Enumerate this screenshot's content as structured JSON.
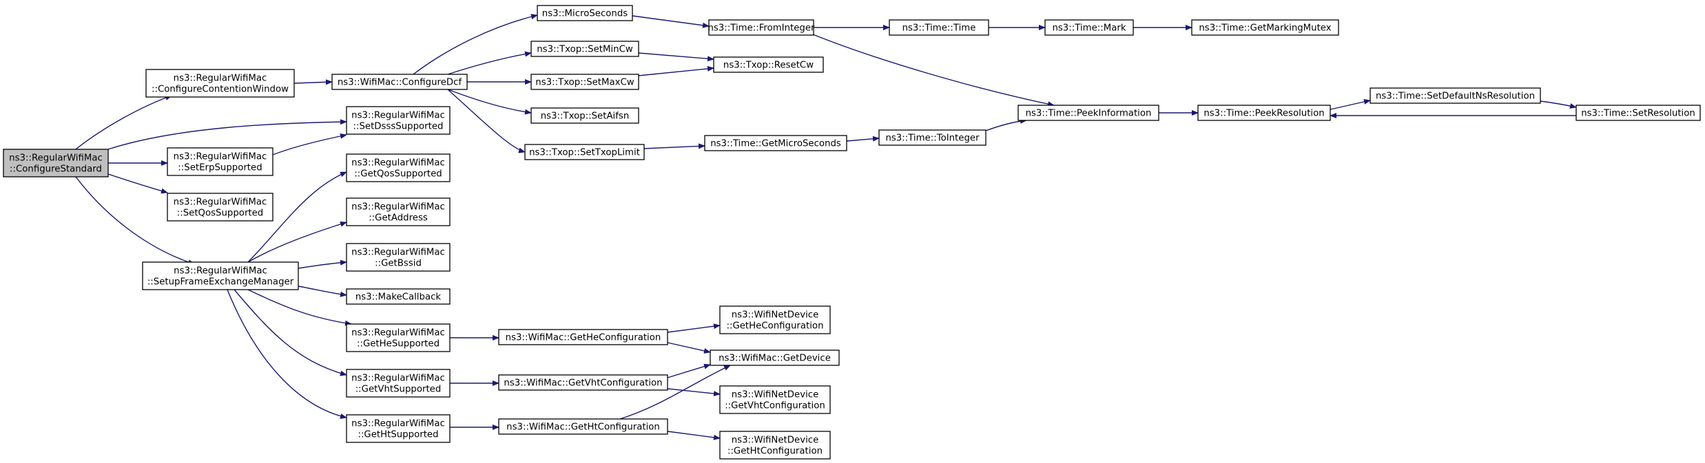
{
  "colors": {
    "edge": "#191970",
    "node_border": "#000000",
    "node_fill": "#ffffff",
    "root_fill": "#bfbfbf",
    "background": "#ffffff"
  },
  "nodes": {
    "configure_standard": [
      "ns3::RegularWifiMac",
      "::ConfigureStandard"
    ],
    "configure_contention_window": [
      "ns3::RegularWifiMac",
      "::ConfigureContentionWindow"
    ],
    "set_dsss_supported": [
      "ns3::RegularWifiMac",
      "::SetDsssSupported"
    ],
    "set_erp_supported": [
      "ns3::RegularWifiMac",
      "::SetErpSupported"
    ],
    "set_qos_supported": [
      "ns3::RegularWifiMac",
      "::SetQosSupported"
    ],
    "setup_frame_exchange_manager": [
      "ns3::RegularWifiMac",
      "::SetupFrameExchangeManager"
    ],
    "configure_dcf": [
      "ns3::WifiMac::ConfigureDcf"
    ],
    "get_qos_supported": [
      "ns3::RegularWifiMac",
      "::GetQosSupported"
    ],
    "get_address": [
      "ns3::RegularWifiMac",
      "::GetAddress"
    ],
    "get_bssid": [
      "ns3::RegularWifiMac",
      "::GetBssid"
    ],
    "make_callback": [
      "ns3::MakeCallback"
    ],
    "get_he_supported": [
      "ns3::RegularWifiMac",
      "::GetHeSupported"
    ],
    "get_vht_supported": [
      "ns3::RegularWifiMac",
      "::GetVhtSupported"
    ],
    "get_ht_supported": [
      "ns3::RegularWifiMac",
      "::GetHtSupported"
    ],
    "micro_seconds": [
      "ns3::MicroSeconds"
    ],
    "set_min_cw": [
      "ns3::Txop::SetMinCw"
    ],
    "set_max_cw": [
      "ns3::Txop::SetMaxCw"
    ],
    "set_aifsn": [
      "ns3::Txop::SetAifsn"
    ],
    "set_txop_limit": [
      "ns3::Txop::SetTxopLimit"
    ],
    "from_integer": [
      "ns3::Time::FromInteger"
    ],
    "reset_cw": [
      "ns3::Txop::ResetCw"
    ],
    "get_micro_seconds": [
      "ns3::Time::GetMicroSeconds"
    ],
    "time_time": [
      "ns3::Time::Time"
    ],
    "to_integer": [
      "ns3::Time::ToInteger"
    ],
    "time_mark": [
      "ns3::Time::Mark"
    ],
    "get_marking_mutex": [
      "ns3::Time::GetMarkingMutex"
    ],
    "peek_information": [
      "ns3::Time::PeekInformation"
    ],
    "peek_resolution": [
      "ns3::Time::PeekResolution"
    ],
    "set_default_ns_resolution": [
      "ns3::Time::SetDefaultNsResolution"
    ],
    "set_resolution": [
      "ns3::Time::SetResolution"
    ],
    "get_he_configuration": [
      "ns3::WifiMac::GetHeConfiguration"
    ],
    "get_vht_configuration": [
      "ns3::WifiMac::GetVhtConfiguration"
    ],
    "get_ht_configuration": [
      "ns3::WifiMac::GetHtConfiguration"
    ],
    "device_get_he_configuration": [
      "ns3::WifiNetDevice",
      "::GetHeConfiguration"
    ],
    "get_device": [
      "ns3::WifiMac::GetDevice"
    ],
    "device_get_vht_configuration": [
      "ns3::WifiNetDevice",
      "::GetVhtConfiguration"
    ],
    "device_get_ht_configuration": [
      "ns3::WifiNetDevice",
      "::GetHtConfiguration"
    ]
  }
}
